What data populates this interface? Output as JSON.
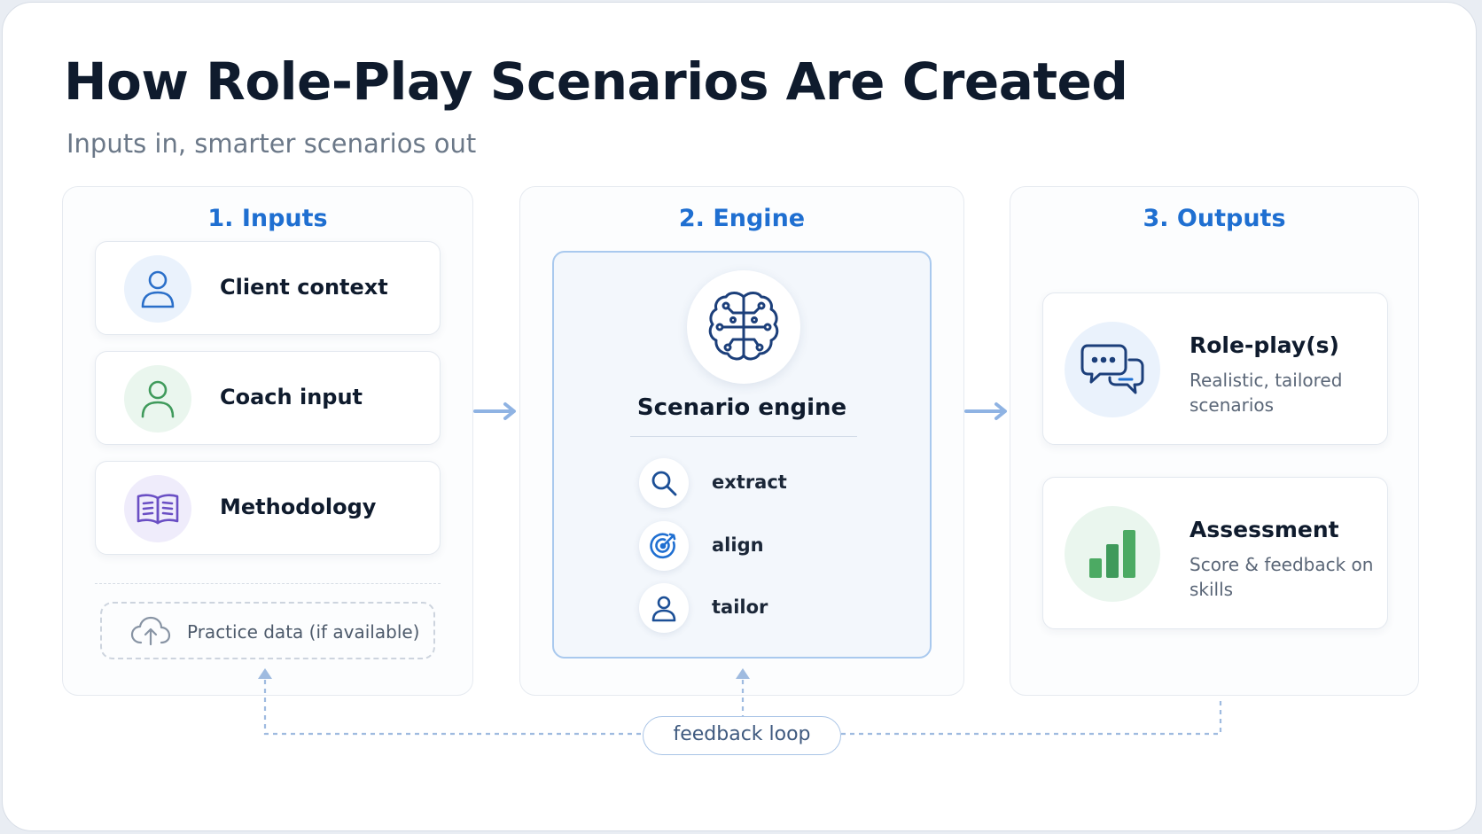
{
  "title": "How Role-Play Scenarios Are Created",
  "subtitle": "Inputs in, smarter scenarios out",
  "inputs": {
    "heading": "1. Inputs",
    "items": [
      {
        "label": "Client context",
        "icon": "person-icon",
        "color": "#2a6fc9"
      },
      {
        "label": "Coach input",
        "icon": "person-icon",
        "color": "#3f9a5b"
      },
      {
        "label": "Methodology",
        "icon": "open-book-icon",
        "color": "#6a4fc4"
      }
    ],
    "optional": {
      "label": "Practice data (if available)",
      "icon": "cloud-upload-icon"
    }
  },
  "engine": {
    "heading": "2. Engine",
    "name": "Scenario engine",
    "icon": "brain-circuit-icon",
    "steps": [
      {
        "label": "extract",
        "icon": "search-icon"
      },
      {
        "label": "align",
        "icon": "target-icon"
      },
      {
        "label": "tailor",
        "icon": "person-icon"
      }
    ]
  },
  "outputs": {
    "heading": "3. Outputs",
    "items": [
      {
        "title": "Role-play(s)",
        "description": "Realistic, tailored scenarios",
        "icon": "chat-bubbles-icon"
      },
      {
        "title": "Assessment",
        "description": "Score & feedback on skills",
        "icon": "bar-chart-icon"
      }
    ]
  },
  "feedback": {
    "label": "feedback loop"
  },
  "colors": {
    "accent": "#1f6fd1",
    "navy": "#1c3f7a",
    "green": "#3f9a5b",
    "purple": "#6a4fc4",
    "arrow": "#8fb3e3"
  }
}
